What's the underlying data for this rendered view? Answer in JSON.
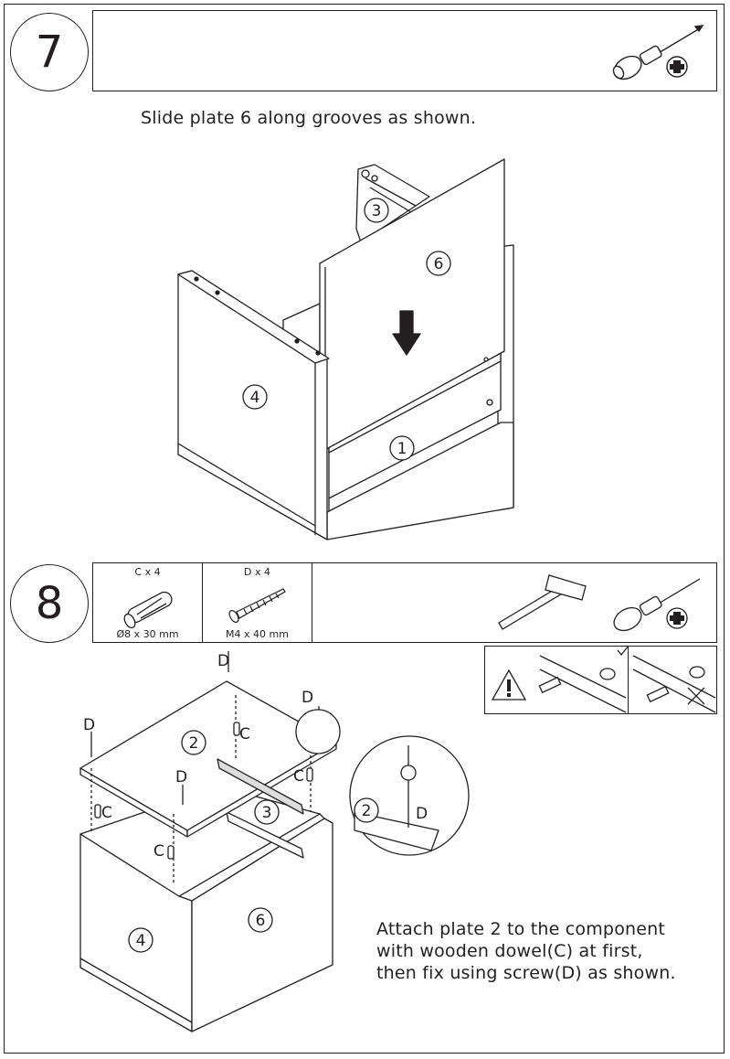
{
  "step7": {
    "number": "7",
    "instruction": "Slide plate 6 along grooves as shown.",
    "tool_icons": [
      "phillips-screwdriver-icon"
    ],
    "part_labels": {
      "p3": "3",
      "p6": "6",
      "p4": "4",
      "p1": "1"
    }
  },
  "step8": {
    "number": "8",
    "hardware": [
      {
        "title": "C x 4",
        "spec": "Ø8 x 30 mm",
        "icon": "wooden-dowel-icon"
      },
      {
        "title": "D x 4",
        "spec": "M4 x 40 mm",
        "icon": "screw-icon"
      }
    ],
    "tool_icons": [
      "hammer-icon",
      "phillips-screwdriver-icon"
    ],
    "instruction_lines": [
      "Attach plate 2 to the component",
      "with wooden dowel(C) at first,",
      "then fix using screw(D) as shown."
    ],
    "part_labels": {
      "p2": "2",
      "p3": "3",
      "p4": "4",
      "p6": "6",
      "detail_p2": "2"
    },
    "fastener_labels": {
      "d": "D",
      "c": "C"
    }
  }
}
